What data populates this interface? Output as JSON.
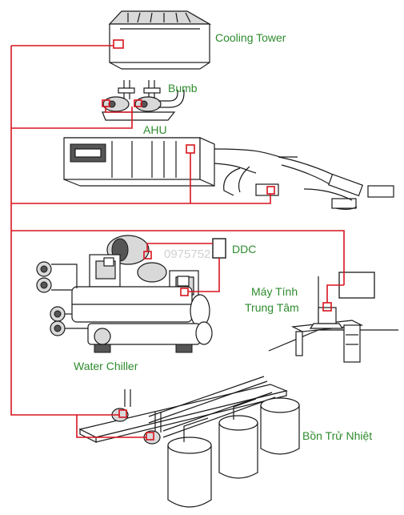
{
  "labels": {
    "cooling_tower": "Cooling Tower",
    "pump": "Bumb",
    "ahu": "AHU",
    "ddc": "DDC",
    "computer_line1": "Máy Tính",
    "computer_line2": "Trung Tâm",
    "water_chiller": "Water Chiller",
    "storage_tank": "Bồn Trử Nhiệt"
  },
  "watermark": "0975752",
  "colors": {
    "wire": "#d8141e",
    "label": "#2e8b2e",
    "ink": "#1a1a1a"
  }
}
